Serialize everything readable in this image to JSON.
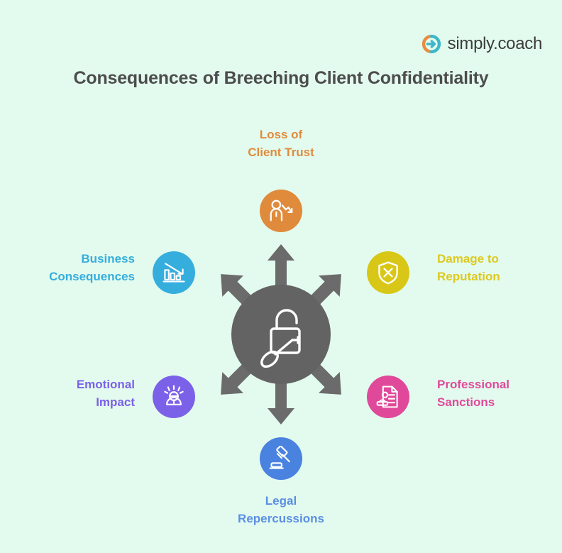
{
  "brand": {
    "name": "simply.coach",
    "mark_icon": "circular-arrow-logo-icon",
    "mark_colors": {
      "left_arc": "#e98c3e",
      "right_arc": "#3eb7c9"
    }
  },
  "title": "Consequences of Breeching Client Confidentiality",
  "background_color": "#e3fbee",
  "center": {
    "icon": "open-padlock-with-key-icon",
    "circle_color": "#636363",
    "arrow_color": "#6b6b6b",
    "arrow_directions": [
      "up",
      "down",
      "up-left",
      "up-right",
      "down-left",
      "down-right"
    ]
  },
  "nodes": [
    {
      "id": "loss-of-client-trust",
      "label": "Loss of\nClient Trust",
      "color": "#e08b3c",
      "icon": "person-with-down-arrow-icon",
      "position": "top"
    },
    {
      "id": "business-consequences",
      "label": "Business\nConsequences",
      "color": "#35aede",
      "icon": "declining-bar-chart-icon",
      "position": "upper-left"
    },
    {
      "id": "damage-to-reputation",
      "label": "Damage to\nReputation",
      "color": "#d9c717",
      "icon": "shield-with-x-icon",
      "position": "upper-right"
    },
    {
      "id": "emotional-impact",
      "label": "Emotional\nImpact",
      "color": "#7b61e8",
      "icon": "stressed-person-icon",
      "position": "lower-left"
    },
    {
      "id": "professional-sanctions",
      "label": "Professional\nSanctions",
      "color": "#e0499a",
      "icon": "document-with-stamp-icon",
      "position": "lower-right"
    },
    {
      "id": "legal-repercussions",
      "label": "Legal\nRepercussions",
      "color": "#4a82e0",
      "icon": "gavel-icon",
      "position": "bottom"
    }
  ]
}
